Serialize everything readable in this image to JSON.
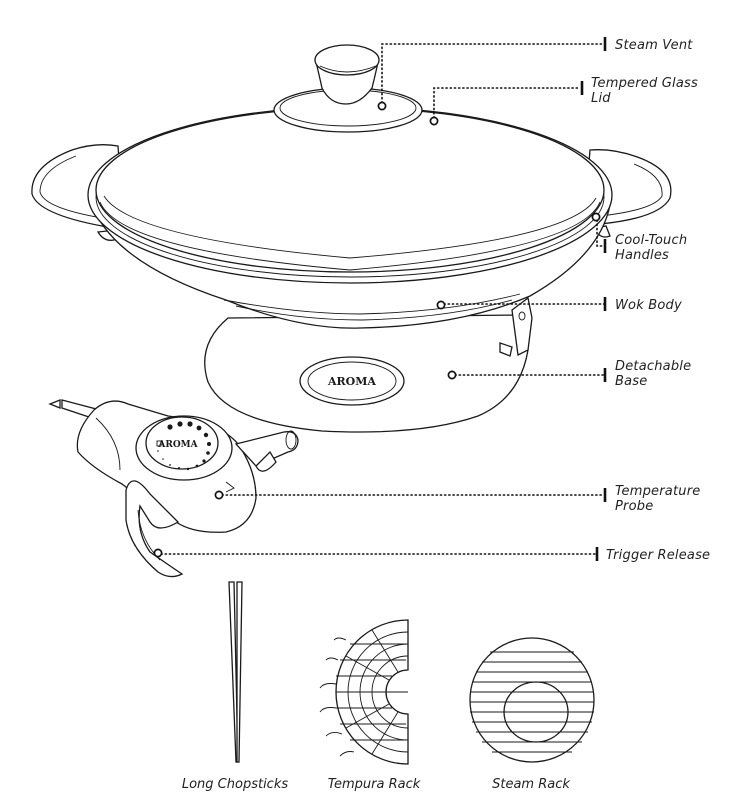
{
  "brand_logo_text": "AROMA",
  "callouts": {
    "steam_vent": {
      "line1": "Steam Vent",
      "line2": ""
    },
    "glass_lid": {
      "line1": "Tempered Glass",
      "line2": "Lid"
    },
    "handles": {
      "line1": "Cool-Touch",
      "line2": "Handles"
    },
    "wok_body": {
      "line1": "Wok Body",
      "line2": ""
    },
    "base": {
      "line1": "Detachable",
      "line2": "Base"
    },
    "probe": {
      "line1": "Temperature",
      "line2": "Probe"
    },
    "trigger": {
      "line1": "Trigger Release",
      "line2": ""
    }
  },
  "accessories": {
    "chopsticks": "Long Chopsticks",
    "tempura_rack": "Tempura Rack",
    "steam_rack": "Steam Rack"
  }
}
